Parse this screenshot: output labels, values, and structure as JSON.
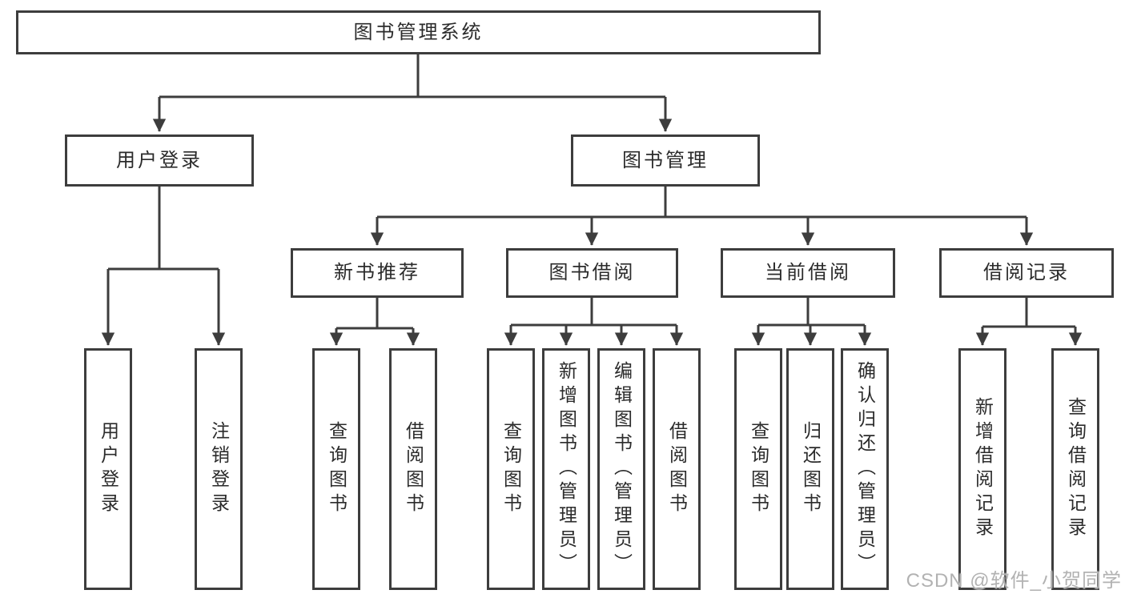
{
  "root": {
    "label": "图书管理系统"
  },
  "user_module": {
    "label": "用户登录",
    "children": [
      {
        "label": "用户登录"
      },
      {
        "label": "注销登录"
      }
    ]
  },
  "book_module": {
    "label": "图书管理",
    "sections": [
      {
        "label": "新书推荐",
        "children": [
          {
            "label": "查询图书"
          },
          {
            "label": "借阅图书"
          }
        ]
      },
      {
        "label": "图书借阅",
        "children": [
          {
            "label": "查询图书"
          },
          {
            "label": "新增图书（管理员）"
          },
          {
            "label": "编辑图书（管理员）"
          },
          {
            "label": "借阅图书"
          }
        ]
      },
      {
        "label": "当前借阅",
        "children": [
          {
            "label": "查询图书"
          },
          {
            "label": "归还图书"
          },
          {
            "label": "确认归还（管理员）"
          }
        ]
      },
      {
        "label": "借阅记录",
        "children": [
          {
            "label": "新增借阅记录"
          },
          {
            "label": "查询借阅记录"
          }
        ]
      }
    ]
  },
  "watermark": "CSDN @软件_小贺同学",
  "colors": {
    "box_border": "#3d3d3d",
    "connector": "#3d3d3d",
    "text": "#2b2b2b",
    "watermark": "#b2b2b2",
    "background": "#ffffff"
  }
}
